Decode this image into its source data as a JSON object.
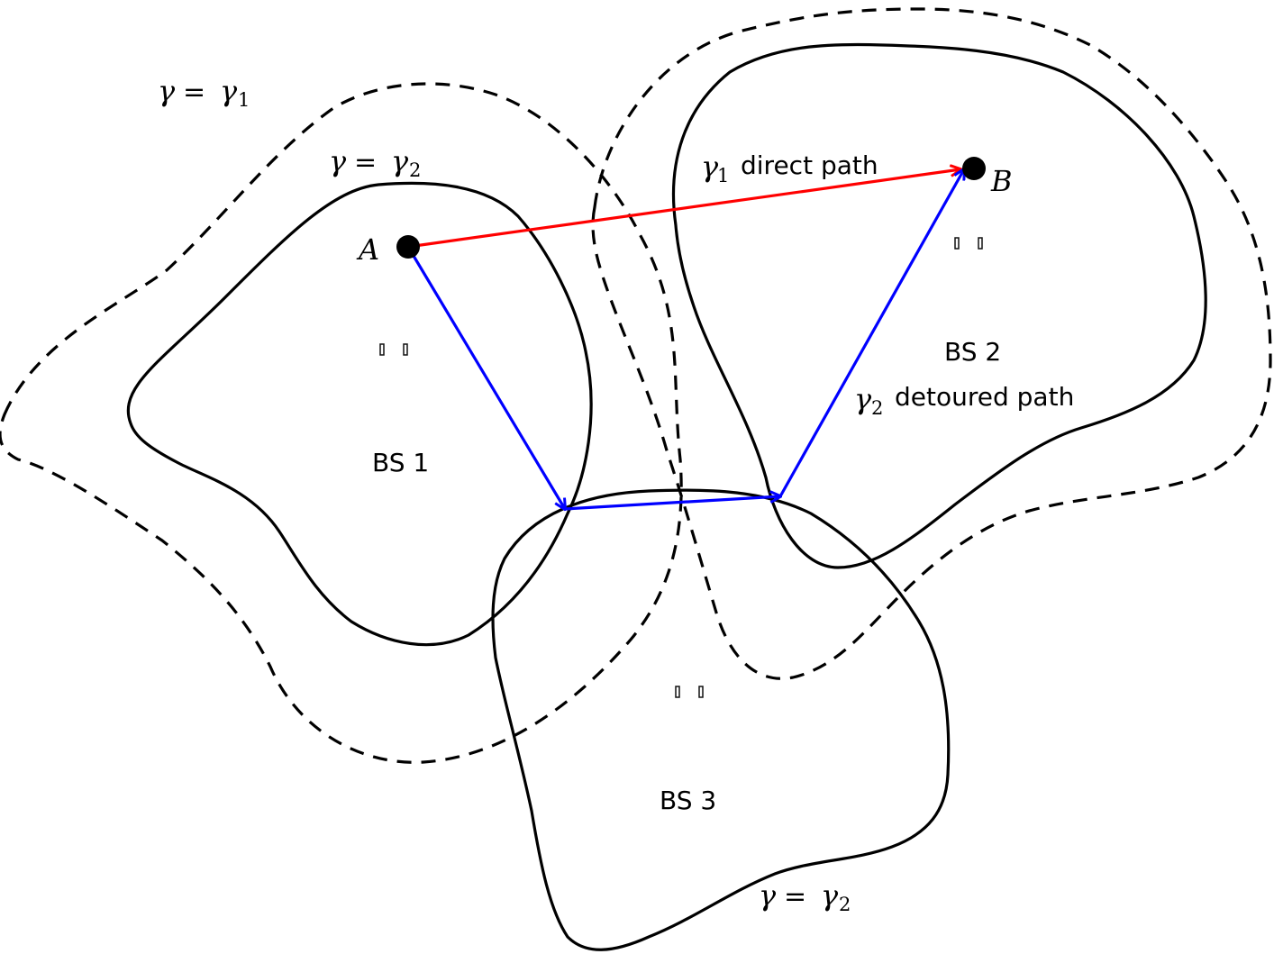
{
  "contours": {
    "outer_left_label": {
      "var": "γ",
      "eq": "=",
      "rhs": "γ",
      "sub": "1"
    },
    "inner_left_label": {
      "var": "γ",
      "eq": "=",
      "rhs": "γ",
      "sub": "2"
    },
    "bottom_label": {
      "var": "γ",
      "eq": "=",
      "rhs": "γ",
      "sub": "2"
    }
  },
  "points": {
    "a": "A",
    "b": "B"
  },
  "base_stations": {
    "bs1": "BS 1",
    "bs2": "BS 2",
    "bs3": "BS 3"
  },
  "paths": {
    "direct": {
      "sym": "γ",
      "sub": "1",
      "text": "direct path",
      "color": "#ff0000"
    },
    "detoured": {
      "sym": "γ",
      "sub": "2",
      "text": "detoured path",
      "color": "#0000ff"
    }
  }
}
